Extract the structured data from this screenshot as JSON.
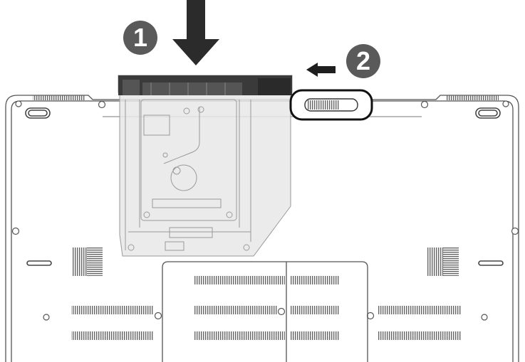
{
  "diagram": {
    "steps": [
      {
        "number": "1",
        "action": "insert-drive-down"
      },
      {
        "number": "2",
        "action": "slide-lock-left"
      }
    ],
    "icons": {
      "insert": "down-arrow-icon",
      "lock": "left-arrow-icon",
      "laptop": "laptop-bottom-outline",
      "drive": "optical-drive-tray"
    },
    "colors": {
      "badge": "#5a5a5a",
      "arrow": "#2b2b2b",
      "outline": "#555555",
      "drive_fill": "#e8e8e8"
    }
  }
}
